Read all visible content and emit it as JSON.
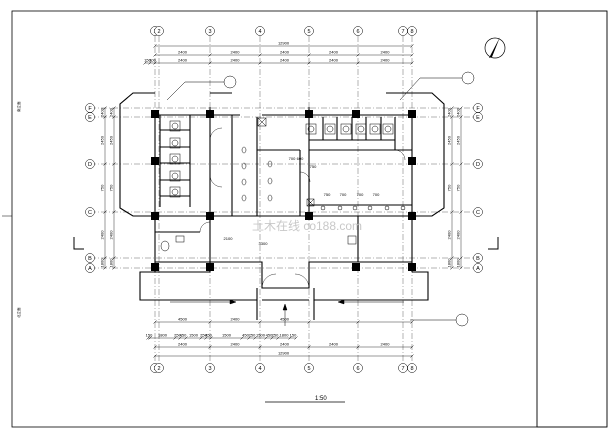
{
  "drawing": {
    "scale_label": "1:50",
    "overall_top": "12900",
    "overall_bottom": "12900",
    "top_spans": [
      "2400",
      "2400",
      "2400",
      "2400",
      "2400"
    ],
    "top_small": [
      "150",
      "300"
    ],
    "bottom_spans": [
      "2400",
      "2400",
      "2400",
      "2400",
      "2400"
    ],
    "bottom_detail": [
      "150",
      "1800",
      "250",
      "450",
      "1500",
      "250",
      "450",
      "1500",
      "450",
      "250",
      "1500",
      "450",
      "250",
      "1800",
      "150"
    ],
    "bottom_porch": [
      "4500",
      "2400",
      "4500"
    ],
    "left_dims": [
      "2400",
      "2450",
      "750",
      "2400",
      "1800"
    ],
    "right_dims": [
      "2400",
      "2450",
      "750",
      "2400",
      "1800"
    ],
    "interior_dims": [
      "700",
      "600",
      "750",
      "750",
      "700",
      "700",
      "700",
      "2100",
      "3300"
    ],
    "side_labels": {
      "left_top": "南立面",
      "left_bottom": "北立面"
    }
  },
  "axes": {
    "top": [
      "1",
      "2",
      "3",
      "4",
      "5",
      "6",
      "7",
      "8"
    ],
    "bottom": [
      "1",
      "2",
      "3",
      "4",
      "5",
      "6",
      "7",
      "8"
    ],
    "left": [
      "F",
      "E",
      "D",
      "C",
      "B",
      "A"
    ],
    "right": [
      "F",
      "E",
      "D",
      "C",
      "B",
      "A"
    ]
  },
  "watermark": "土木在线 co188.com"
}
